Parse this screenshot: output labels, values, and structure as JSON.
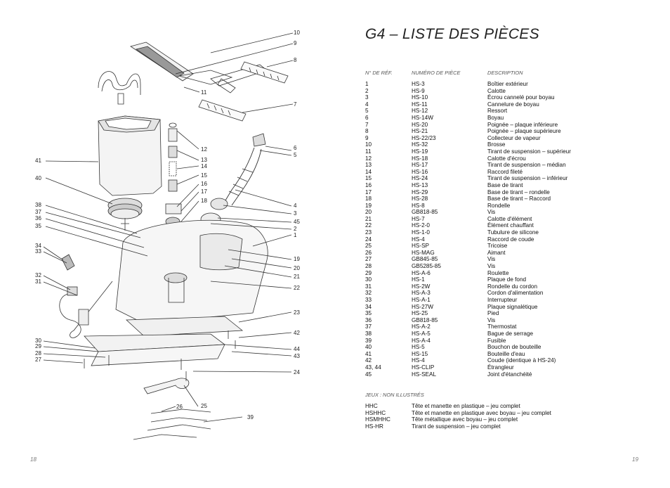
{
  "left_page": {
    "page_number": "18",
    "callouts": [
      "10",
      "9",
      "8",
      "11",
      "7",
      "12",
      "13",
      "14",
      "15",
      "16",
      "17",
      "18",
      "6",
      "5",
      "4",
      "3",
      "45",
      "2",
      "1",
      "41",
      "40",
      "38",
      "37",
      "36",
      "35",
      "34",
      "33",
      "32",
      "31",
      "19",
      "20",
      "21",
      "22",
      "23",
      "30",
      "29",
      "28",
      "27",
      "42",
      "44",
      "43",
      "24",
      "26",
      "25",
      "39"
    ]
  },
  "right_page": {
    "page_number": "19",
    "title": "G4 – LISTE DES PIÈCES",
    "columns": {
      "ref": "N° DE RÉF.",
      "part": "NUMÉRO DE PIÈCE",
      "desc": "DESCRIPTION"
    },
    "parts": [
      [
        "1",
        "HS-3",
        "Boîtier extérieur"
      ],
      [
        "2",
        "HS-9",
        "Calotte"
      ],
      [
        "3",
        "HS-10",
        "Écrou cannelé pour boyau"
      ],
      [
        "4",
        "HS-11",
        "Cannelure de boyau"
      ],
      [
        "5",
        "HS-12",
        "Ressort"
      ],
      [
        "6",
        "HS-14W",
        "Boyau"
      ],
      [
        "7",
        "HS-20",
        "Poignée – plaque inférieure"
      ],
      [
        "8",
        "HS-21",
        "Poignée – plaque supérieure"
      ],
      [
        "9",
        "HS-22/23",
        "Collecteur de vapeur"
      ],
      [
        "10",
        "HS-32",
        "Brosse"
      ],
      [
        "11",
        "HS-19",
        "Tirant de suspension – supérieur"
      ],
      [
        "12",
        "HS-18",
        "Calotte d'écrou"
      ],
      [
        "13",
        "HS-17",
        "Tirant de suspension – médian"
      ],
      [
        "14",
        "HS-16",
        "Raccord fileté"
      ],
      [
        "15",
        "HS-24",
        "Tirant de suspension – inférieur"
      ],
      [
        "16",
        "HS-13",
        "Base de tirant"
      ],
      [
        "17",
        "HS-29",
        "Base de tirant – rondelle"
      ],
      [
        "18",
        "HS-28",
        "Base de tirant – Raccord"
      ],
      [
        "19",
        "HS-8",
        "Rondelle"
      ],
      [
        "20",
        "GB818-85",
        "Vis"
      ],
      [
        "21",
        "HS-7",
        "Calotte d'élément"
      ],
      [
        "22",
        "HS-2-0",
        "Élément chauffant"
      ],
      [
        "23",
        "HS-1-0",
        "Tubulure de silicone"
      ],
      [
        "24",
        "HS-4",
        "Raccord de coude"
      ],
      [
        "25",
        "HS-SP",
        "Tricoise"
      ],
      [
        "26",
        "HS-MAG",
        "Aimant"
      ],
      [
        "27",
        "GB845-85",
        "Vis"
      ],
      [
        "28",
        "GB5285-85",
        "Vis"
      ],
      [
        "29",
        "HS-A-6",
        "Roulette"
      ],
      [
        "30",
        "HS-1",
        "Plaque de fond"
      ],
      [
        "31",
        "HS-2W",
        "Rondelle du cordon"
      ],
      [
        "32",
        "HS-A-3",
        "Cordon d'alimentation"
      ],
      [
        "33",
        "HS-A-1",
        "Interrupteur"
      ],
      [
        "34",
        "HS-27W",
        "Plaque signalétique"
      ],
      [
        "35",
        "HS-25",
        "Pied"
      ],
      [
        "36",
        "GB818-85",
        "Vis"
      ],
      [
        "37",
        "HS-A-2",
        "Thermostat"
      ],
      [
        "38",
        "HS-A-5",
        "Bague de serrage"
      ],
      [
        "39",
        "HS-A-4",
        "Fusible"
      ],
      [
        "40",
        "HS-5",
        "Bouchon de bouteille"
      ],
      [
        "41",
        "HS-15",
        "Bouteille d'eau"
      ],
      [
        "42",
        "HS-4",
        "Coude (identique à HS-24)"
      ],
      [
        "43, 44",
        "HS-CLIP",
        "Étrangleur"
      ],
      [
        "45",
        "HS-SEAL",
        "Joint d'étanchéité"
      ]
    ],
    "kits_title": "JEUX : NON ILLUSTRÉS",
    "kits": [
      [
        "HHC",
        "Tête et manette en plastique – jeu complet"
      ],
      [
        "HSHHC",
        "Tête et manette en plastique avec boyau – jeu complet"
      ],
      [
        "HSMHHC",
        "Tête métallique avec boyau – jeu complet"
      ],
      [
        "HS-HR",
        "Tirant de suspension – jeu complet"
      ]
    ]
  }
}
